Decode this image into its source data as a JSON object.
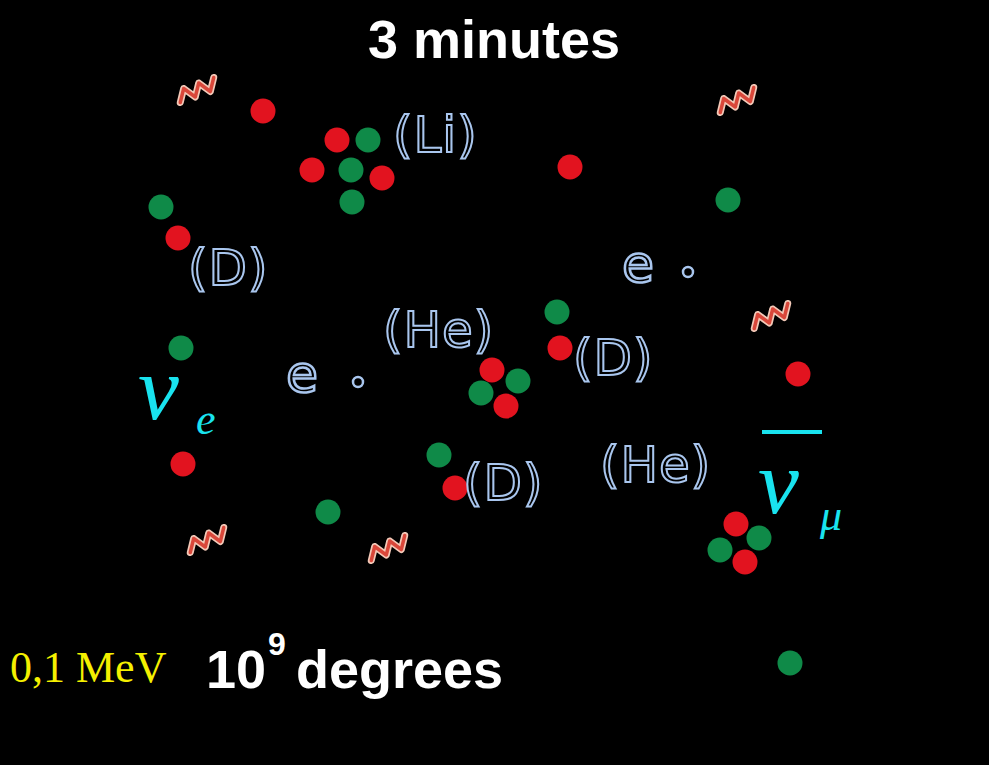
{
  "diagram": {
    "title": "3 minutes",
    "labels": [
      "(Li)",
      "(D)",
      "e",
      "(He)",
      "(D)",
      "ν",
      "e",
      "e",
      "(D)",
      "(He)",
      "ν",
      "μ",
      "0,1 MeV",
      "10",
      "9",
      "degrees"
    ]
  }
}
